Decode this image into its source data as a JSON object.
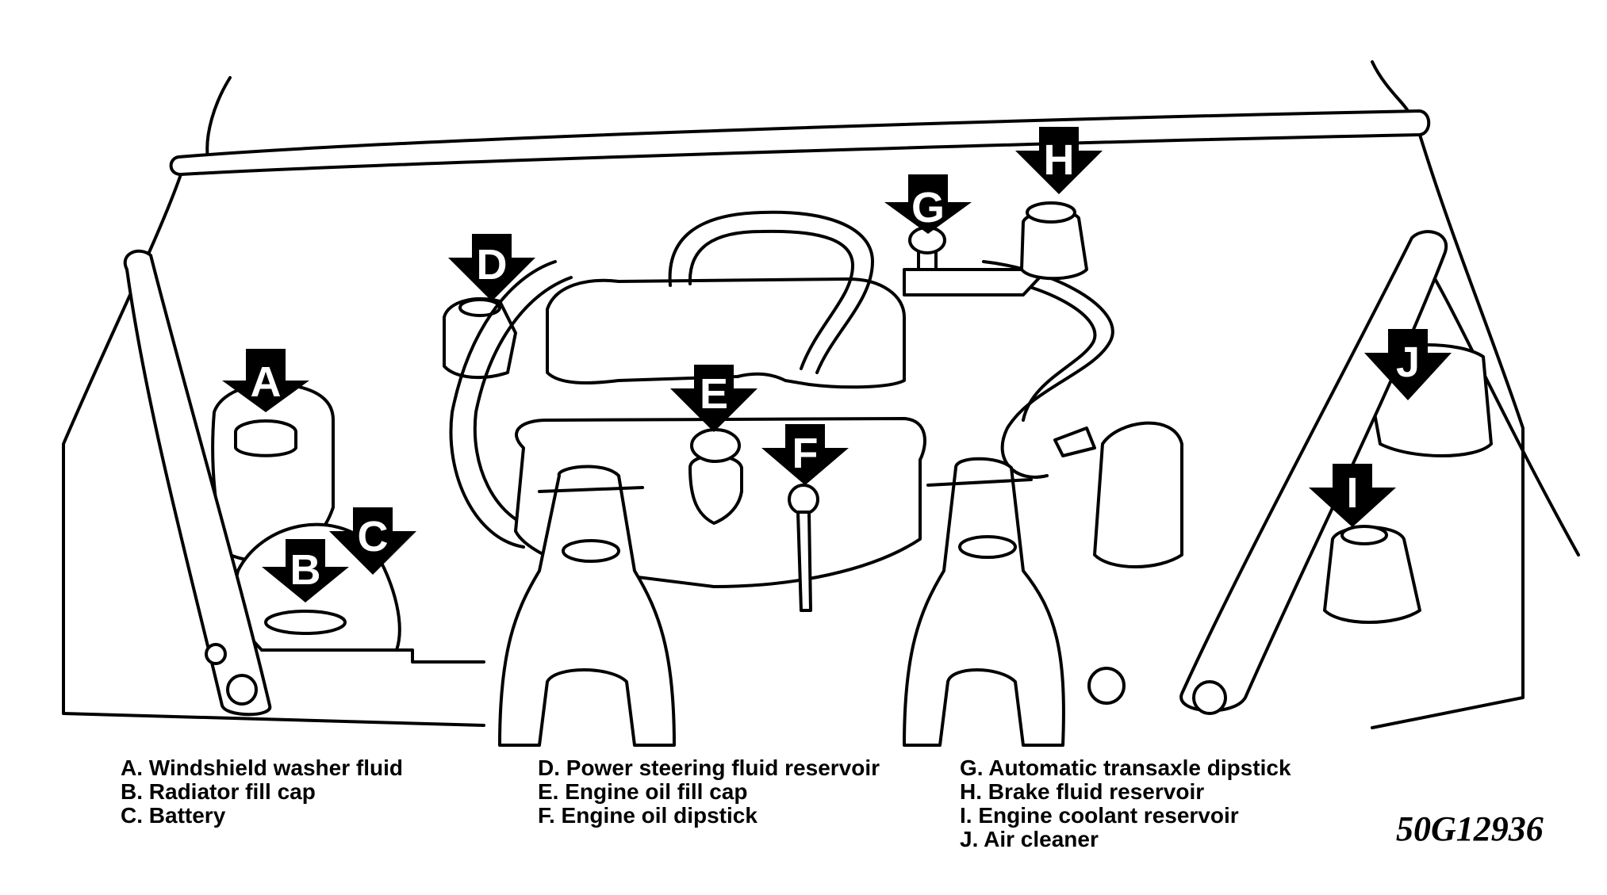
{
  "callouts": [
    {
      "letter": "A",
      "label": "Windshield washer fluid"
    },
    {
      "letter": "B",
      "label": "Radiator fill cap"
    },
    {
      "letter": "C",
      "label": "Battery"
    },
    {
      "letter": "D",
      "label": "Power steering fluid reservoir"
    },
    {
      "letter": "E",
      "label": "Engine oil fill cap"
    },
    {
      "letter": "F",
      "label": "Engine oil dipstick"
    },
    {
      "letter": "G",
      "label": "Automatic transaxle dipstick"
    },
    {
      "letter": "H",
      "label": "Brake fluid reservoir"
    },
    {
      "letter": "I",
      "label": "Engine coolant reservoir"
    },
    {
      "letter": "J",
      "label": "Air cleaner"
    }
  ],
  "legend": {
    "col1": [
      "A. Windshield washer fluid",
      "B. Radiator fill cap",
      "C. Battery"
    ],
    "col2": [
      "D. Power steering fluid reservoir",
      "E. Engine oil fill cap",
      "F. Engine oil dipstick"
    ],
    "col3": [
      "G. Automatic transaxle dipstick",
      "H. Brake fluid reservoir",
      "I. Engine coolant reservoir",
      "J. Air cleaner"
    ]
  },
  "figure_id": "50G12936"
}
